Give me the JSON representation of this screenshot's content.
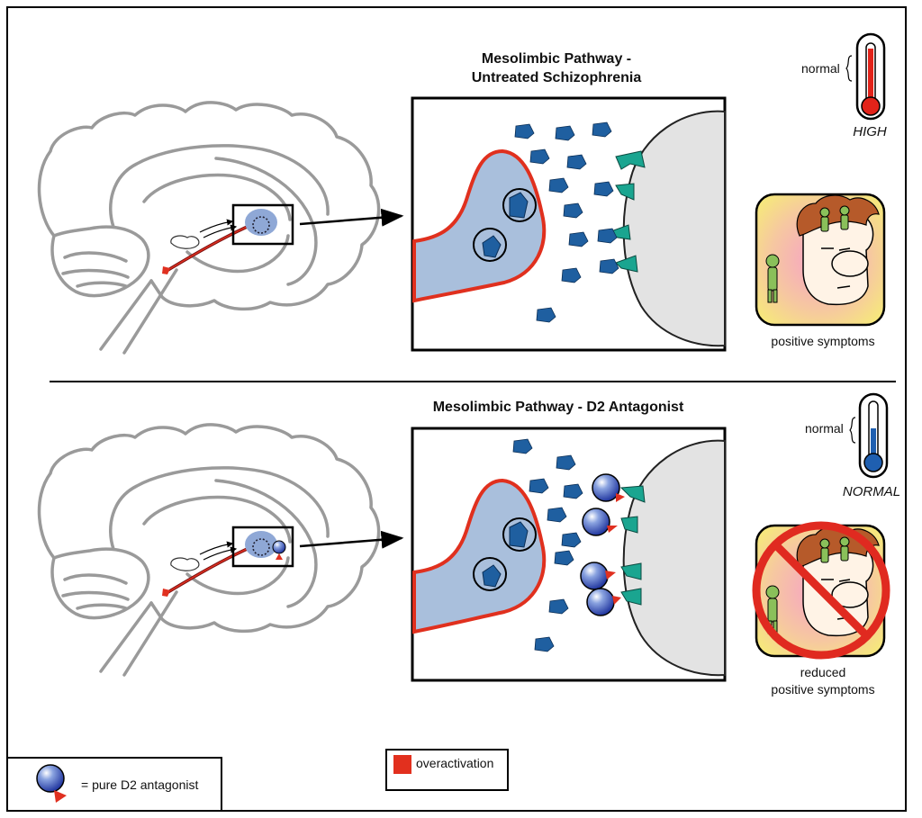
{
  "top_panel": {
    "title_line1": "Mesolimbic Pathway -",
    "title_line2": "Untreated Schizophrenia",
    "thermometer_label": "normal",
    "thermometer_state": "HIGH",
    "thermometer_color": "#e2231a",
    "symptoms_caption": "positive symptoms"
  },
  "bottom_panel": {
    "title": "Mesolimbic Pathway - D2 Antagonist",
    "thermometer_label": "normal",
    "thermometer_state": "NORMAL",
    "thermometer_color": "#1f5fb0",
    "symptoms_caption_line1": "reduced",
    "symptoms_caption_line2": "positive symptoms"
  },
  "legend": {
    "antagonist_label": "= pure D2 antagonist",
    "overactivation_label": "overactivation",
    "overactivation_color": "#e2301e"
  },
  "colors": {
    "dopamine": "#1f5fa0",
    "receptor": "#1aa590",
    "neuron_fill": "#a9bfdc",
    "neuron_outline": "#e0301e",
    "postsynaptic": "#e3e3e3",
    "brain_outline": "#9a9a9a",
    "no_sign": "#e02a20"
  }
}
